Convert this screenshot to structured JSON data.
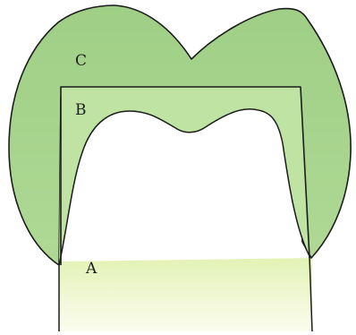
{
  "diagram": {
    "labels": {
      "outer_crown": "C",
      "inner_cap": "B",
      "tooth_core": "A"
    },
    "colors": {
      "background": "#ffffff",
      "outer_crown_fill": "#a9d48e",
      "inner_cap_fill": "#bfe3a3",
      "tooth_core_fill": "#eef6c9",
      "outline": "#1c1c1c"
    }
  }
}
